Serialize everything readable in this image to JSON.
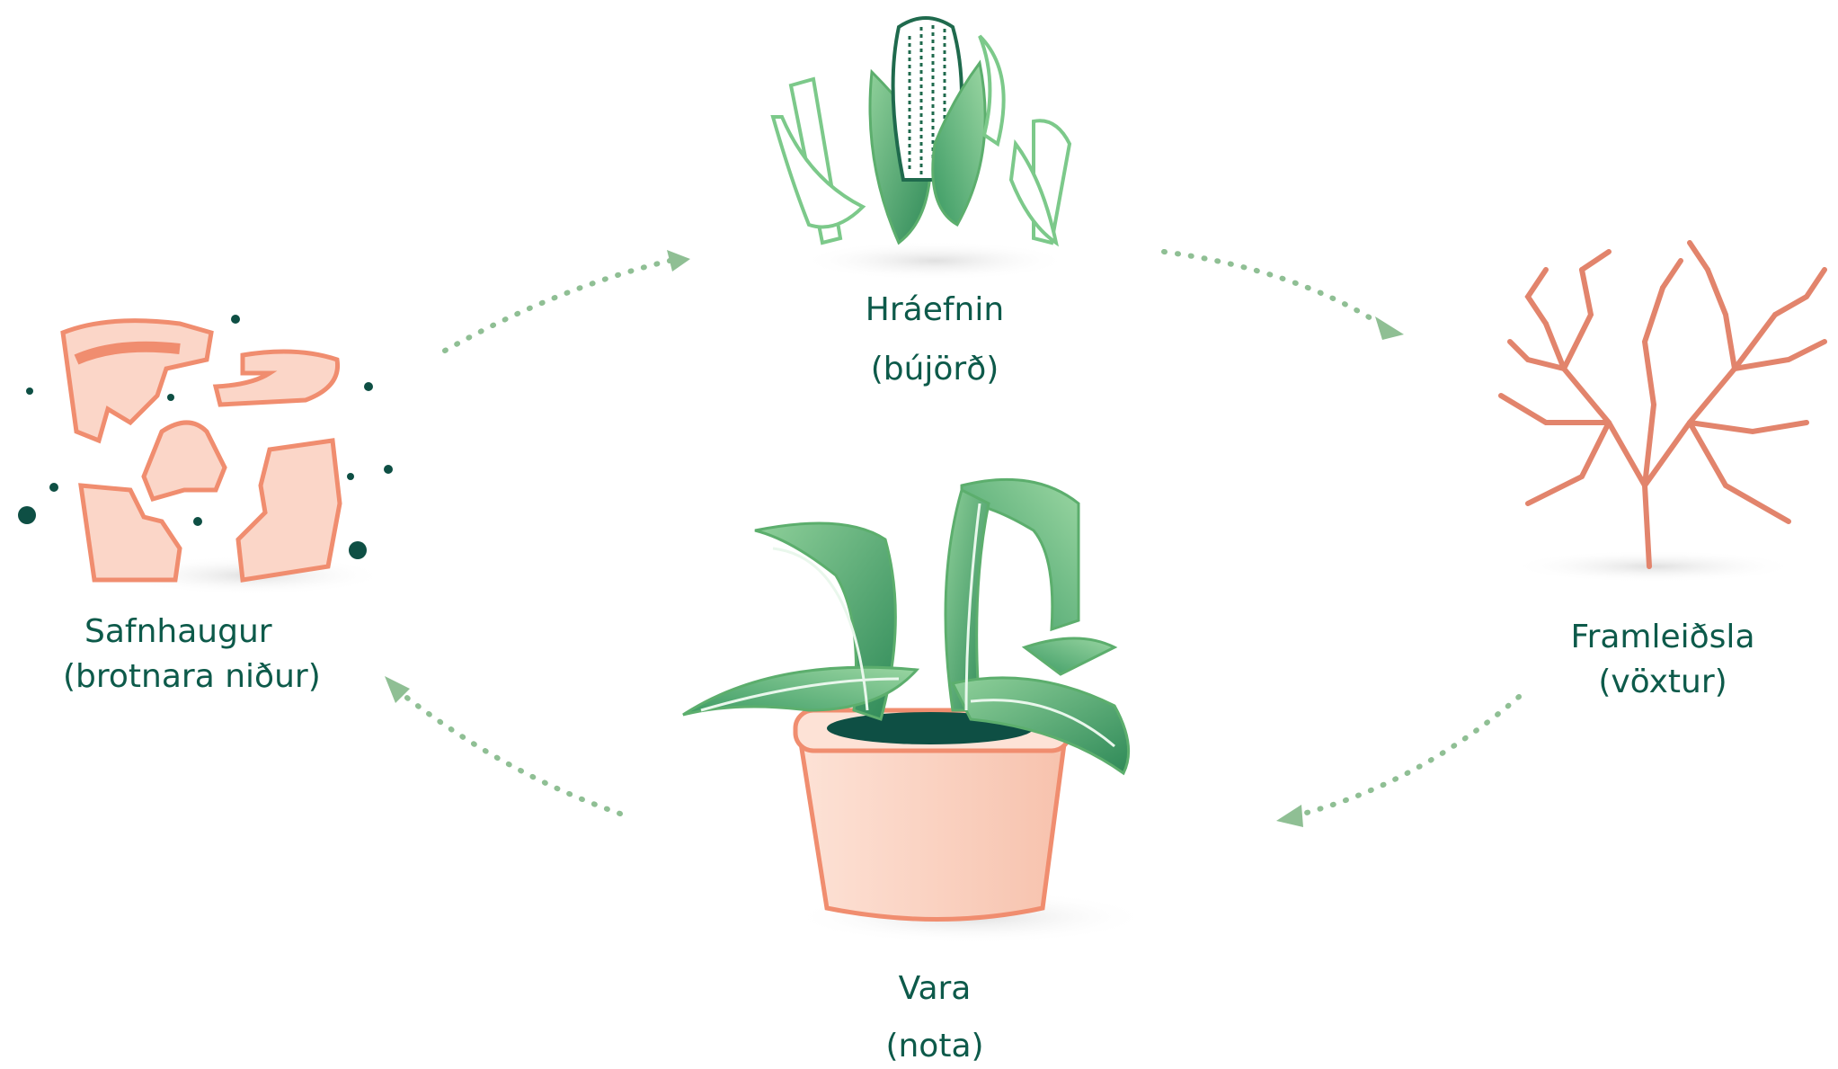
{
  "nodes": {
    "raw_materials": {
      "title": "Hráefnin",
      "subtitle": "(bújörð)"
    },
    "manufacturing": {
      "title": "Framleiðsla",
      "subtitle": "(vöxtur)"
    },
    "product": {
      "title": "Vara",
      "subtitle": "(nota)"
    },
    "compost": {
      "title": "Safnhaugur",
      "subtitle": "(brotnara niður)"
    }
  },
  "colors": {
    "label_text": "#0d5a4a",
    "leaf_green": "#6cbb7a",
    "leaf_dark": "#2f8a58",
    "terracotta": "#f4a48a",
    "terracotta_light": "#fbd6c8",
    "coral_branch": "#e2846c",
    "arrow_dots": "#8fbf94",
    "debris_dots": "#0e4f44"
  },
  "icons": {
    "raw": "corn-icon",
    "manufacturing": "coral-branch-icon",
    "product": "potted-plant-icon",
    "compost": "broken-pot-icon"
  }
}
